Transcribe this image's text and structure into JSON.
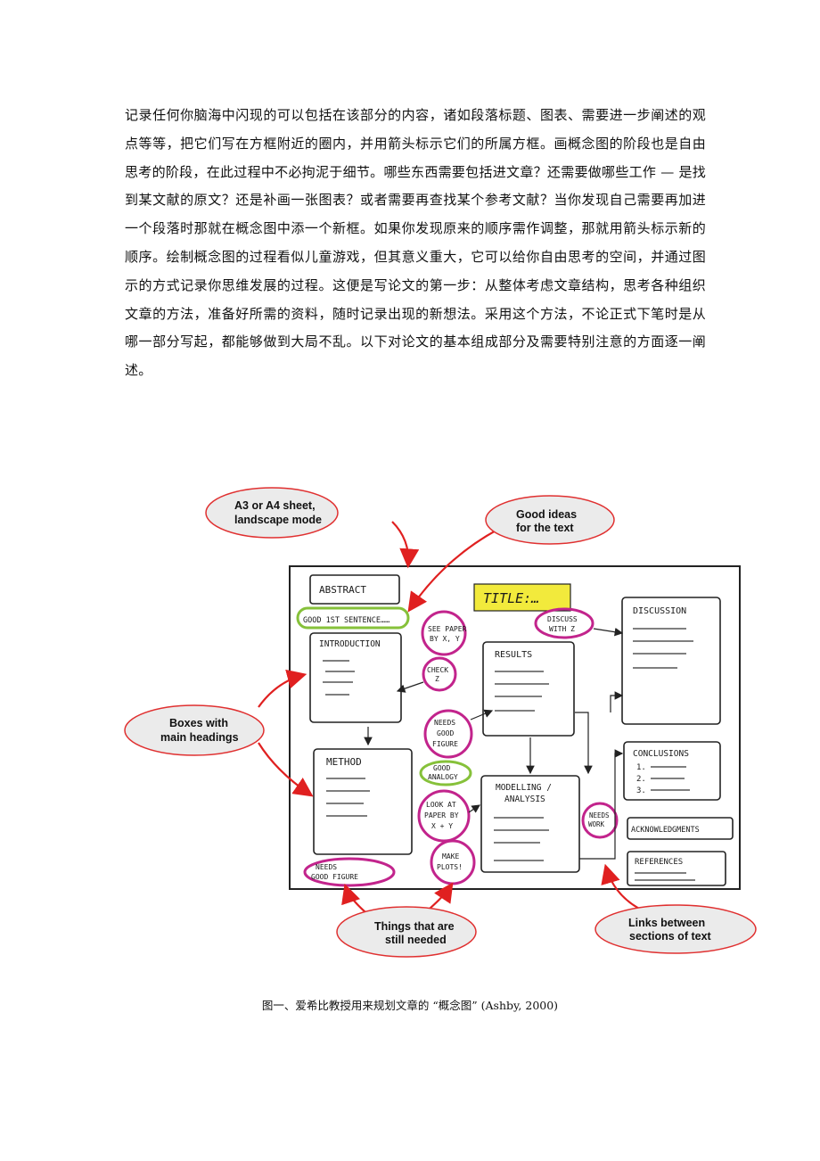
{
  "paragraph": "记录任何你脑海中闪现的可以包括在该部分的内容，诸如段落标题、图表、需要进一步阐述的观点等等，把它们写在方框附近的圈内，并用箭头标示它们的所属方框。画概念图的阶段也是自由思考的阶段，在此过程中不必拘泥于细节。哪些东西需要包括进文章？还需要做哪些工作 — 是找到某文献的原文？还是补画一张图表？或者需要再查找某个参考文献？当你发现自己需要再加进一个段落时那就在概念图中添一个新框。如果你发现原来的顺序需作调整，那就用箭头标示新的顺序。绘制概念图的过程看似儿童游戏，但其意义重大，它可以给你自由思考的空间，并通过图示的方式记录你思维发展的过程。这便是写论文的第一步：从整体考虑文章结构，思考各种组织文章的方法，准备好所需的资料，随时记录出现的新想法。采用这个方法，不论正式下笔时是从哪一部分写起，都能够做到大局不乱。以下对论文的基本组成部分及需要特别注意的方面逐一阐述。",
  "callouts": {
    "sheet_line1": "A3 or A4 sheet,",
    "sheet_line2": "landscape mode",
    "ideas_line1": "Good ideas",
    "ideas_line2": "for the text",
    "boxes_line1": "Boxes with",
    "boxes_line2": "main headings",
    "needed_line1": "Things that are",
    "needed_line2": "still needed",
    "links_line1": "Links between",
    "links_line2": "sections of text"
  },
  "sketch": {
    "abstract": "ABSTRACT",
    "title": "TITLE:…",
    "good_sentence": "GOOD 1ST SENTENCE……",
    "introduction": "INTRODUCTION",
    "see_papers_l1": "SEE PAPER",
    "see_papers_l2": "BY X, Y",
    "check_l1": "CHECK",
    "check_l2": "Z",
    "discuss_l1": "DISCUSS",
    "discuss_l2": "WITH Z",
    "discussion": "DISCUSSION",
    "results": "RESULTS",
    "needs_fig_l1": "NEEDS",
    "needs_fig_l2": "GOOD",
    "needs_fig_l3": "FIGURE",
    "good_analogy_l1": "GOOD",
    "good_analogy_l2": "ANALOGY",
    "method": "METHOD",
    "modelling_l1": "MODELLING /",
    "modelling_l2": "ANALYSIS",
    "look_at_l1": "LOOK AT",
    "look_at_l2": "PAPER BY",
    "look_at_l3": "X + Y",
    "needs_work_l1": "NEEDS",
    "needs_work_l2": "WORK",
    "conclusions": "CONCLUSIONS",
    "c1": "1.",
    "c2": "2.",
    "c3": "3.",
    "acknowledgments": "ACKNOWLEDGMENTS",
    "references": "REFERENCES",
    "make_plots_l1": "MAKE",
    "make_plots_l2": "PLOTS!",
    "needs_good_figure_l1": "NEEDS",
    "needs_good_figure_l2": "GOOD FIGURE"
  },
  "caption": "图一、爱希比教授用来规划文章的 “概念图” (Ashby,  2000)",
  "colors": {
    "callout_fill": "#ebebeb",
    "callout_stroke": "#e03030",
    "arrow_red": "#e02020",
    "title_yellow": "#f2ea3c",
    "highlight_magenta": "#c2248c",
    "highlight_green": "#86c13a"
  }
}
